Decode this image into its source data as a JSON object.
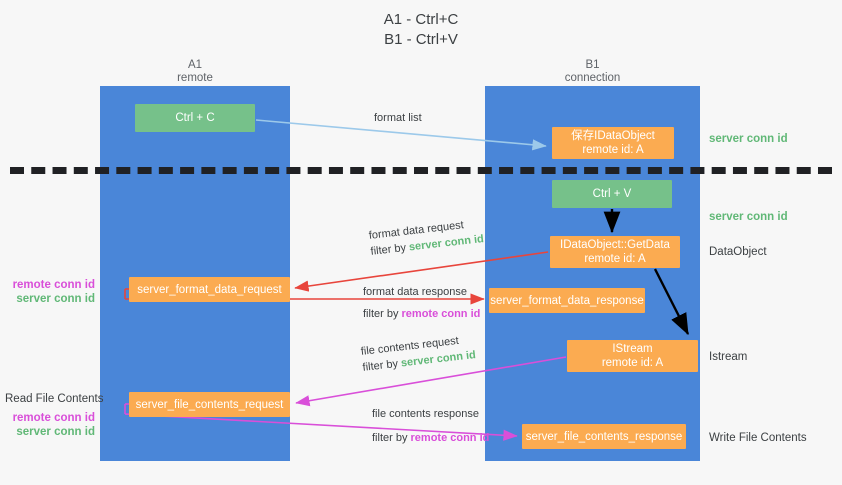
{
  "title": {
    "line1": "A1 - Ctrl+C",
    "line2": "B1 - Ctrl+V"
  },
  "columns": {
    "a1": {
      "name": "A1",
      "role": "remote"
    },
    "b1": {
      "name": "B1",
      "role": "connection"
    }
  },
  "nodes": {
    "ctrl_c": {
      "label": "Ctrl + C",
      "color": "#76c18a"
    },
    "idataobject": {
      "label": "保存IDataObject",
      "sub": "remote id: A",
      "color": "#fbab51"
    },
    "ctrl_v": {
      "label": "Ctrl + V",
      "color": "#76c18a"
    },
    "getdata": {
      "label": "IDataObject::GetData",
      "sub": "remote id: A",
      "color": "#fbab51"
    },
    "server_format_data_request": {
      "label": "server_format_data_request",
      "color": "#fbab51"
    },
    "server_format_data_response": {
      "label": "server_format_data_response",
      "color": "#fbab51"
    },
    "istream": {
      "label": "IStream",
      "sub": "remote id: A",
      "color": "#fbab51"
    },
    "server_file_contents_request": {
      "label": "server_file_contents_request",
      "color": "#fbab51"
    },
    "server_file_contents_response": {
      "label": "server_file_contents_response",
      "color": "#fbab51"
    }
  },
  "arrow_labels": {
    "format_list": "format list",
    "format_data_request": {
      "line1": "format data request",
      "filter_prefix": "filter by ",
      "filter_value": "server conn id"
    },
    "format_data_response": {
      "line1": "format data response",
      "filter_prefix": "filter by ",
      "filter_value": "remote conn id"
    },
    "file_contents_request": {
      "line1": "file contents request",
      "filter_prefix": "filter by ",
      "filter_value": "server conn id"
    },
    "file_contents_response": {
      "line1": "file contents response",
      "filter_prefix": "filter by ",
      "filter_value": "remote conn id"
    }
  },
  "side_notes": {
    "server_conn_id_top": "server conn id",
    "server_conn_id_mid": "server conn id",
    "dataobject": "DataObject",
    "istream": "Istream",
    "write_file_contents": "Write File Contents",
    "read_file_contents": "Read File Contents",
    "remote_conn_id": "remote conn id",
    "server_conn_id": "server conn id"
  },
  "colors": {
    "lane": "#4a86d8",
    "green_node": "#76c18a",
    "orange_node": "#fbab51",
    "green_text": "#61b877",
    "magenta_text": "#d94fd9",
    "red_arrow": "#e8453c",
    "magenta_arrow": "#d94fd9",
    "light_blue_arrow": "#9cc9ea",
    "black_arrow": "#000000",
    "background": "#f7f7f7"
  }
}
